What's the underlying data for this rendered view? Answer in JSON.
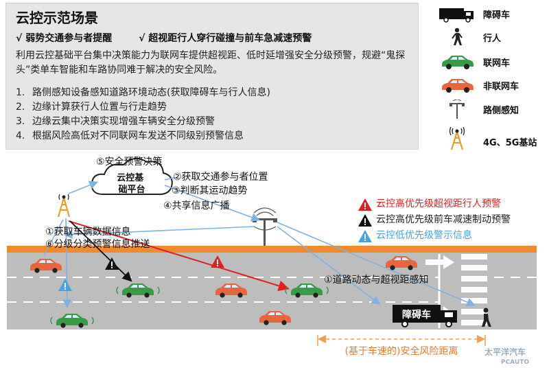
{
  "info": {
    "title": "云控示范场景",
    "checks": [
      "√ 弱势交通参与者提醒",
      "√ 超视距行人穿行碰撞与前车急减速预警"
    ],
    "description": "利用云控基础平台集中决策能力为联网车提供超视距、低时延增强安全分级预警，规避“鬼探头”类单车智能和车路协同难于解决的安全风险。",
    "steps": [
      {
        "num": "1.",
        "text": "路侧感知设备感知道路环境动态(获取障碍车与行人信息)"
      },
      {
        "num": "2.",
        "text": "边缘计算获行人位置与行走趋势"
      },
      {
        "num": "3.",
        "text": "边缘云集中决策实现增强车辆安全分级预警"
      },
      {
        "num": "4.",
        "text": "根据风险高低对不同联网车发送不同级别预警信息"
      }
    ]
  },
  "legend": {
    "items": [
      {
        "icon": "obstacle-truck-icon",
        "label": "障碍车"
      },
      {
        "icon": "pedestrian-icon",
        "label": "行人"
      },
      {
        "icon": "connected-car-icon",
        "label": "联网车"
      },
      {
        "icon": "non-connected-car-icon",
        "label": "非联网车"
      },
      {
        "icon": "roadside-sensor-icon",
        "label": "路侧感知"
      },
      {
        "icon": "base-station-icon",
        "label": "4G、5G基站"
      }
    ]
  },
  "colors": {
    "connected_car": "#3a9a48",
    "non_connected_car": "#e8663f",
    "road": "#bdbdbd",
    "road_edge": "#f08a2c",
    "red_alert": "#e02020",
    "black_alert": "#111111",
    "blue_alert": "#4aa3e0",
    "flow_line": "#7fb2e0",
    "distance_bracket": "#f0a050"
  },
  "scene": {
    "cloud_label": "云控基\n础平台",
    "steps": {
      "decision": "⑤安全预警决策",
      "obtain_participants": "②获取交通参与者位置",
      "judge_trend": "③判断其运动趋势",
      "share_info": "④共享信息广播",
      "obtain_vehicle": "①获取车辆数据信息",
      "push_warning": "⑥分级分类预警信息推送",
      "road_sense": "①道路动态与超视距感知"
    },
    "truck_label": "障碍车",
    "distance_label": "(基于车速的)安全风险距离"
  },
  "warnings": [
    {
      "color": "red",
      "label": "云控高优先级超视距行人预警"
    },
    {
      "color": "black",
      "label": "云控高优先级前车减速制动预警"
    },
    {
      "color": "blue",
      "label": "云控低优先级警示信息"
    }
  ],
  "watermark": "太平洋汽车\nPCAUTO"
}
